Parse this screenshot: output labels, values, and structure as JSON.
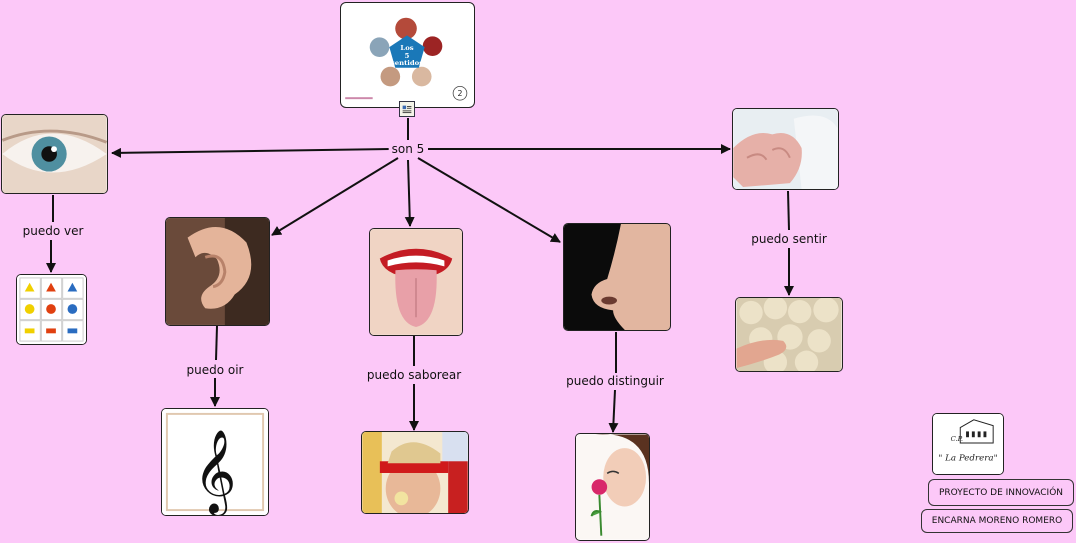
{
  "map": {
    "center_label": "son 5",
    "links": {
      "see": "puedo ver",
      "hear": "puedo oir",
      "taste": "puedo saborear",
      "smell": "puedo  distinguir",
      "touch": "puedo sentir"
    },
    "hub": {
      "title_lines": [
        "Los",
        "5",
        "sentidos"
      ],
      "page_number": "2"
    }
  },
  "logo": {
    "initials": "C.P.",
    "name": "\" La Pedrera\""
  },
  "credits": {
    "project": "PROYECTO DE INNOVACIÓN",
    "author": "ENCARNA MORENO ROMERO"
  },
  "colors": {
    "background": "#fcc8f8",
    "hub_blue": "#1a78b8",
    "triangle_yellow": "#f0d000",
    "triangle_red": "#e04010",
    "triangle_blue": "#2a6cc0"
  }
}
